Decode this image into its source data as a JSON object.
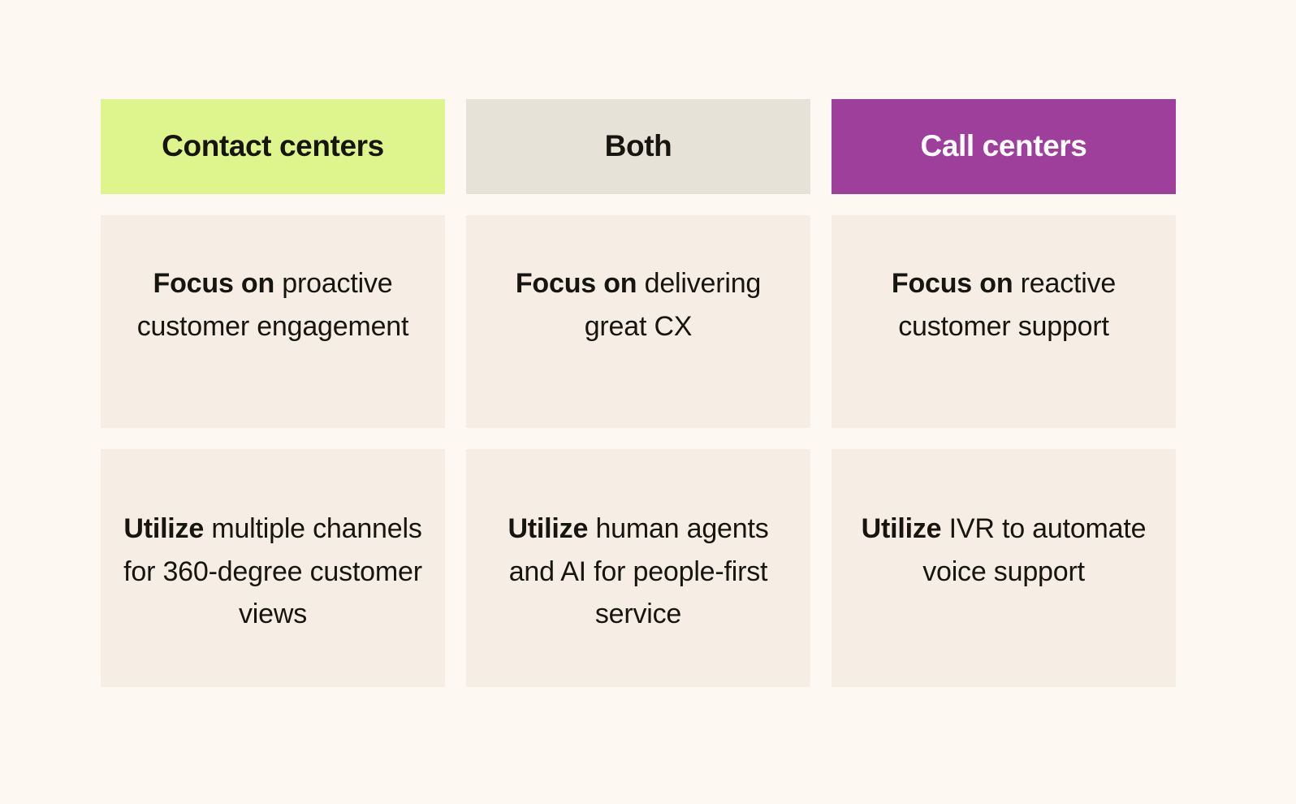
{
  "page": {
    "background_color": "#fdf8f1",
    "text_color": "#17150f"
  },
  "table": {
    "columns": [
      {
        "key": "contact-centers",
        "header": "Contact centers",
        "header_bg": "#ddf58c",
        "header_text_color": "#17150f"
      },
      {
        "key": "both",
        "header": "Both",
        "header_bg": "#e7e2d7",
        "header_text_color": "#17150f"
      },
      {
        "key": "call-centers",
        "header": "Call centers",
        "header_bg": "#9e3f9c",
        "header_text_color": "#ffffff"
      }
    ],
    "cell_bg": "#f6ede4",
    "rows": [
      {
        "key": "focus",
        "cells": [
          {
            "lead": "Focus on",
            "body": "proactive customer engagement"
          },
          {
            "lead": "Focus on",
            "body": "delivering great CX"
          },
          {
            "lead": "Focus on",
            "body": "reactive customer support"
          }
        ]
      },
      {
        "key": "utilize",
        "cells": [
          {
            "lead": "Utilize",
            "body": "multiple channels for 360-degree customer views"
          },
          {
            "lead": "Utilize",
            "body": "human agents and AI for people-first service"
          },
          {
            "lead": "Utilize",
            "body": "IVR to automate voice support"
          }
        ]
      }
    ]
  }
}
